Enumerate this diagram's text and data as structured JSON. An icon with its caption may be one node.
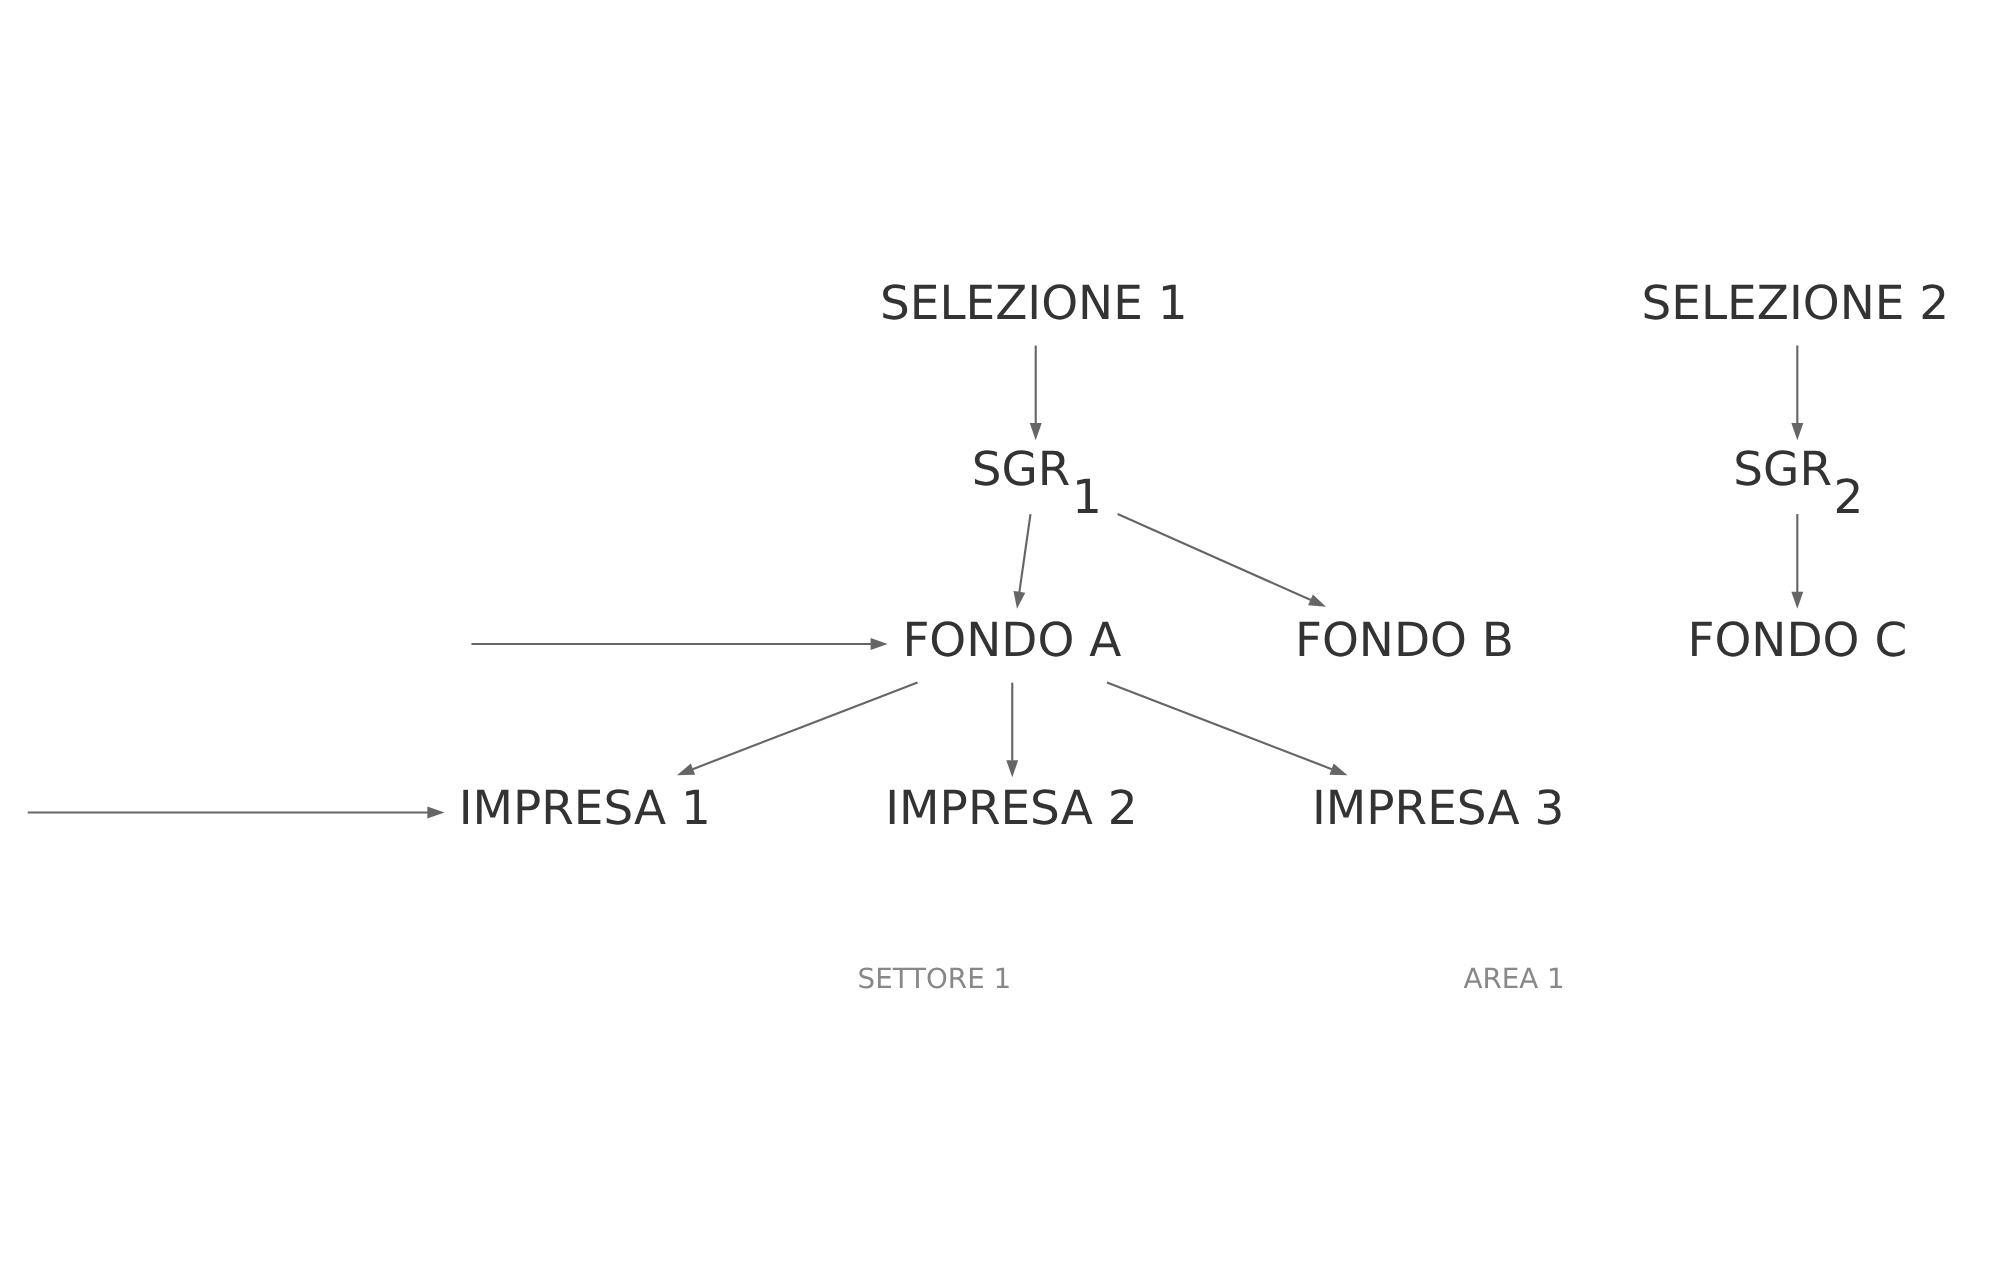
{
  "diagram": {
    "nodes": [
      {
        "text": [
          "SELEZIONE 1"
        ]
      },
      {
        "text": [
          "SELEZIONE 2"
        ]
      },
      {
        "text": [
          "SGR$_{1}$"
        ]
      },
      {
        "text": [
          "SGR$_{2}$"
        ]
      },
      {
        "text": [
          "FONDO A"
        ]
      },
      {
        "text": [
          "FONDO B"
        ]
      },
      {
        "text": [
          "FONDO C"
        ]
      },
      {
        "text": [
          "IMPRESA 1"
        ]
      },
      {
        "text": [
          "IMPRESA 2"
        ]
      },
      {
        "text": [
          "IMPRESA 3"
        ]
      }
    ],
    "edges": [
      {
        "from": 0,
        "to": 2,
        "arrow": "to"
      },
      {
        "from": 1,
        "to": 3,
        "arrow": "to"
      },
      {
        "from": 2,
        "to": 4,
        "arrow": "to"
      },
      {
        "from": 2,
        "to": 5,
        "arrow": "to"
      },
      {
        "from": 3,
        "to": 6,
        "arrow": "to"
      },
      {
        "from": 4,
        "to": 7,
        "arrow": "to"
      },
      {
        "from": 4,
        "to": 8,
        "arrow": "to"
      },
      {
        "from": 4,
        "to": 9,
        "arrow": "to"
      },
      {
        "from": null,
        "to": 4,
        "arrow": "to"
      },
      {
        "from": null,
        "to": 7,
        "arrow": "to"
      }
    ],
    "labels": [
      "SETTORE 1",
      "AREA 1"
    ]
  }
}
